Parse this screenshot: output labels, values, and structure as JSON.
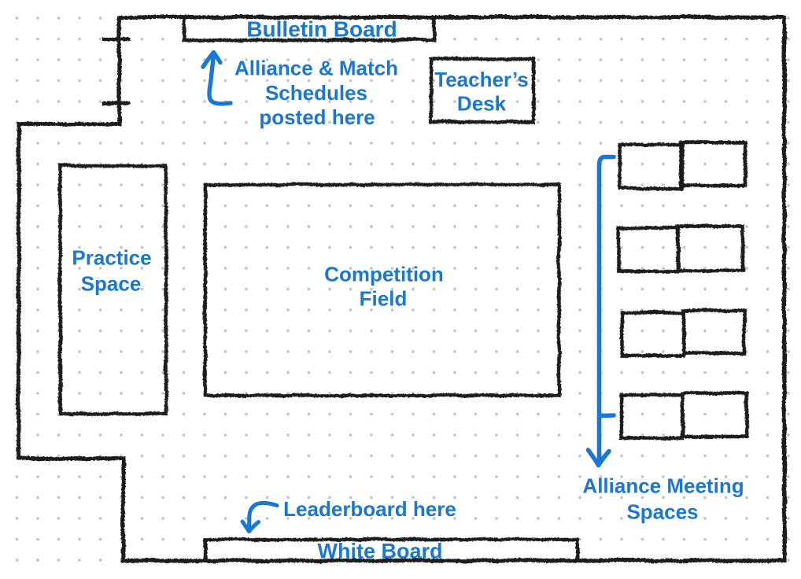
{
  "colors": {
    "wall_ink": "#1e1e1e",
    "accent_blue": "#1978d3",
    "grid_dot": "#c5c5c9",
    "background": "#ffffff"
  },
  "areas": {
    "bulletin_board": {
      "label": "Bulletin Board"
    },
    "teachers_desk": {
      "line1": "Teacher’s",
      "line2": "Desk"
    },
    "practice_space": {
      "line1": "Practice",
      "line2": "Space"
    },
    "competition_field": {
      "line1": "Competition",
      "line2": "Field"
    },
    "white_board": {
      "label": "White Board"
    },
    "alliance_meeting_spaces": {
      "line1": "Alliance Meeting",
      "line2": "Spaces",
      "desk_pair_count": 4
    }
  },
  "annotations": {
    "schedules_note": {
      "line1": "Alliance & Match",
      "line2": "Schedules",
      "line3": "posted here"
    },
    "leaderboard_note": {
      "text": "Leaderboard here"
    }
  }
}
